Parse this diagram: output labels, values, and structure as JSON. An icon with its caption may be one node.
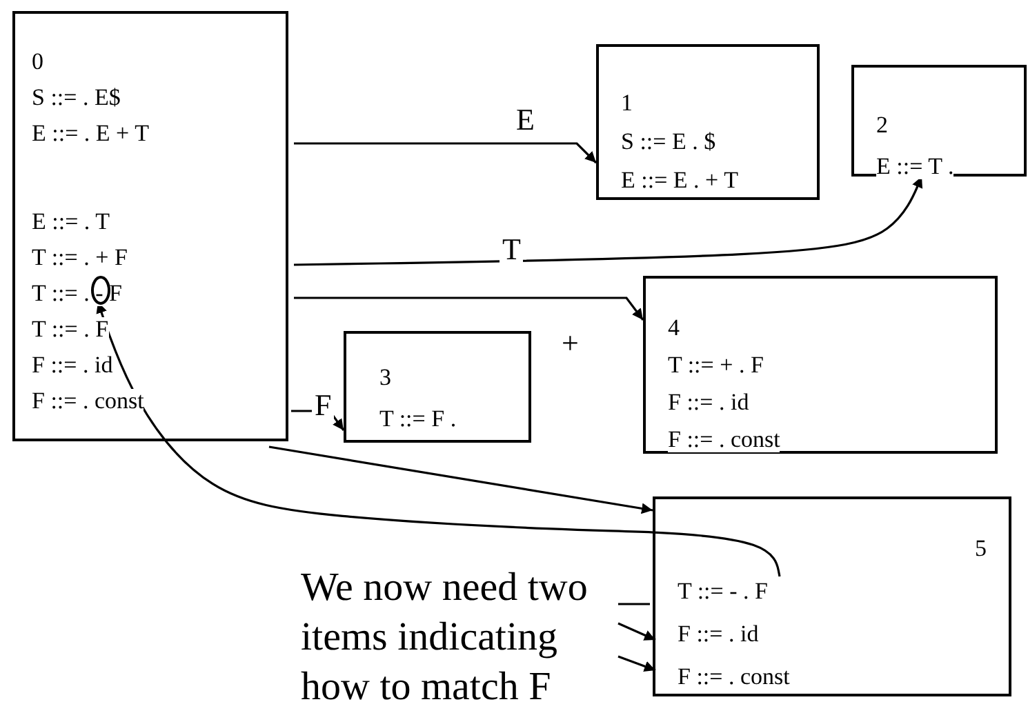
{
  "diagram": {
    "nodes": [
      {
        "text": [
          "0",
          "S ::= . E$",
          "E ::= . E + T",
          "E ::= . T",
          "T ::= . + F",
          "T ::= . - F",
          "T ::= . F",
          "F ::= . id",
          "F ::= . const"
        ]
      },
      {
        "text": [
          "1",
          "S ::= E . $",
          "E ::= E . + T"
        ]
      },
      {
        "text": [
          "2",
          "E ::= T ."
        ]
      },
      {
        "text": [
          "3",
          "T ::= F ."
        ]
      },
      {
        "text": [
          "4",
          "T ::= + . F",
          "F ::= . id",
          "F ::= . const"
        ]
      },
      {
        "text": [
          "5",
          "T ::= - . F",
          "F ::= . id",
          "F ::= . const"
        ]
      },
      {
        "text": [
          "We now need two items indicating how to match F"
        ]
      },
      {
        "text": [],
        "shape": "circle",
        "in": 0
      }
    ],
    "edges": [
      {
        "from": 0,
        "to": 1,
        "label": "E",
        "arrow": "to"
      },
      {
        "from": 0,
        "to": 2,
        "label": "T",
        "arrow": "to"
      },
      {
        "from": 0,
        "to": 4,
        "label": "+",
        "arrow": "to"
      },
      {
        "from": 0,
        "to": 3,
        "label": "F",
        "arrow": "to"
      },
      {
        "from": 0,
        "to": 5,
        "arrow": "to"
      },
      {
        "from": 5,
        "to": 7,
        "arrow": "to"
      },
      {
        "from": 6,
        "to": 5,
        "arrow": "none"
      },
      {
        "from": 6,
        "to": 5,
        "arrow": "to"
      },
      {
        "from": 6,
        "to": 5,
        "arrow": "to"
      }
    ]
  }
}
